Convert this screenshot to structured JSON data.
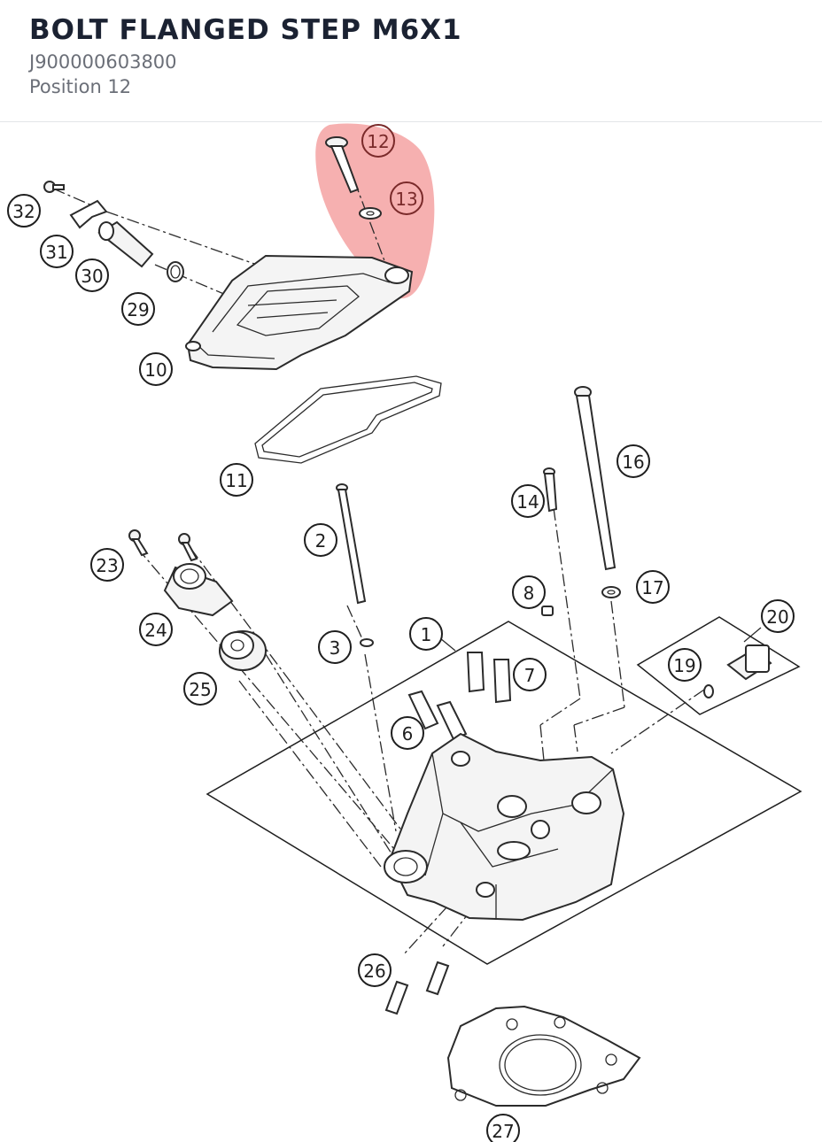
{
  "part": {
    "name": "BOLT FLANGED STEP M6X1",
    "number": "J900000603800",
    "position_label": "Position 12"
  },
  "highlight": {
    "color": "#ee6f6f",
    "positions": [
      "12",
      "13"
    ]
  },
  "callouts": [
    {
      "id": "1",
      "label": "1"
    },
    {
      "id": "2",
      "label": "2"
    },
    {
      "id": "3",
      "label": "3"
    },
    {
      "id": "6",
      "label": "6"
    },
    {
      "id": "7",
      "label": "7"
    },
    {
      "id": "8",
      "label": "8"
    },
    {
      "id": "10",
      "label": "10"
    },
    {
      "id": "11",
      "label": "11"
    },
    {
      "id": "12",
      "label": "12"
    },
    {
      "id": "13",
      "label": "13"
    },
    {
      "id": "14",
      "label": "14"
    },
    {
      "id": "16",
      "label": "16"
    },
    {
      "id": "17",
      "label": "17"
    },
    {
      "id": "19",
      "label": "19"
    },
    {
      "id": "20",
      "label": "20"
    },
    {
      "id": "23",
      "label": "23"
    },
    {
      "id": "24",
      "label": "24"
    },
    {
      "id": "25",
      "label": "25"
    },
    {
      "id": "26",
      "label": "26"
    },
    {
      "id": "27",
      "label": "27"
    },
    {
      "id": "29",
      "label": "29"
    },
    {
      "id": "30",
      "label": "30"
    },
    {
      "id": "31",
      "label": "31"
    },
    {
      "id": "32",
      "label": "32"
    }
  ]
}
